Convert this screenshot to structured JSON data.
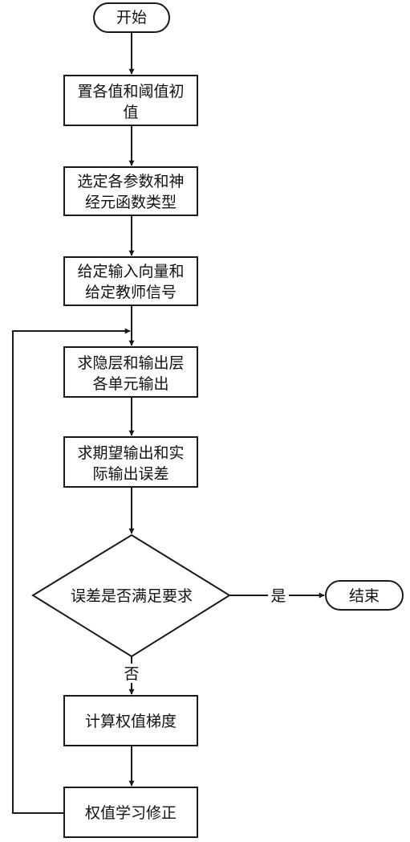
{
  "flowchart": {
    "start": "开始",
    "step1": {
      "line1": "置各值和阈值初",
      "line2": "值"
    },
    "step2": {
      "line1": "选定各参数和神",
      "line2": "经元函数类型"
    },
    "step3": {
      "line1": "给定输入向量和",
      "line2": "给定教师信号"
    },
    "step4": {
      "line1": "求隐层和输出层",
      "line2": "各单元输出"
    },
    "step5": {
      "line1": "求期望输出和实",
      "line2": "际输出误差"
    },
    "decision": "误差是否满足要求",
    "yes_label": "是",
    "end": "结束",
    "no_label": "否",
    "step6": "计算权值梯度",
    "step7": "权值学习修正"
  }
}
